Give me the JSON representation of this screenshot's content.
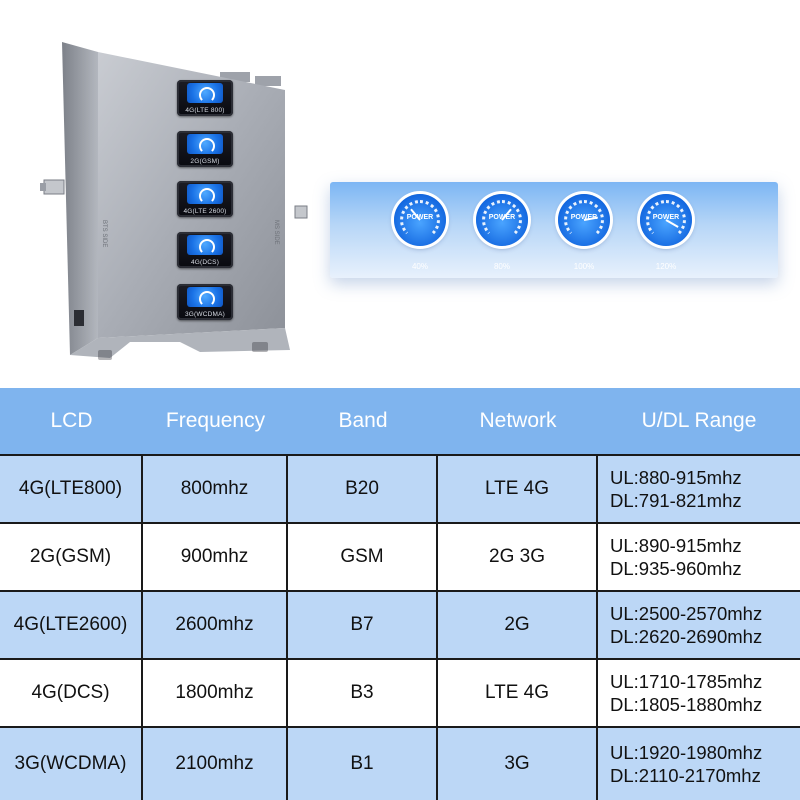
{
  "device": {
    "lcds": [
      {
        "label": "4G(LTE 800)"
      },
      {
        "label": "2G(GSM)"
      },
      {
        "label": "4G(LTE 2600)"
      },
      {
        "label": "4G(DCS)"
      },
      {
        "label": "3G(WCDMA)"
      }
    ]
  },
  "power_banner": {
    "gauge_text": "POWER",
    "levels": [
      {
        "percent_label": "40%",
        "value": 40
      },
      {
        "percent_label": "80%",
        "value": 80
      },
      {
        "percent_label": "100%",
        "value": 100
      },
      {
        "percent_label": "120%",
        "value": 120
      }
    ]
  },
  "table": {
    "columns": [
      "LCD",
      "Frequency",
      "Band",
      "Network",
      "U/DL Range"
    ],
    "rows": [
      {
        "lcd": "4G(LTE800)",
        "frequency": "800mhz",
        "band": "B20",
        "network": "LTE 4G",
        "ul": "UL:880-915mhz",
        "dl": "DL:791-821mhz"
      },
      {
        "lcd": "2G(GSM)",
        "frequency": "900mhz",
        "band": "GSM",
        "network": "2G 3G",
        "ul": "UL:890-915mhz",
        "dl": "DL:935-960mhz"
      },
      {
        "lcd": "4G(LTE2600)",
        "frequency": "2600mhz",
        "band": "B7",
        "network": "2G",
        "ul": "UL:2500-2570mhz",
        "dl": "DL:2620-2690mhz"
      },
      {
        "lcd": "4G(DCS)",
        "frequency": "1800mhz",
        "band": "B3",
        "network": "LTE 4G",
        "ul": "UL:1710-1785mhz",
        "dl": "DL:1805-1880mhz"
      },
      {
        "lcd": "3G(WCDMA)",
        "frequency": "2100mhz",
        "band": "B1",
        "network": "3G",
        "ul": "UL:1920-1980mhz",
        "dl": "DL:2110-2170mhz"
      }
    ]
  },
  "colors": {
    "header_bg": "#7fb4ee",
    "band_row_bg": "#bcd7f6",
    "lcd_blue": "#1a72e6"
  }
}
